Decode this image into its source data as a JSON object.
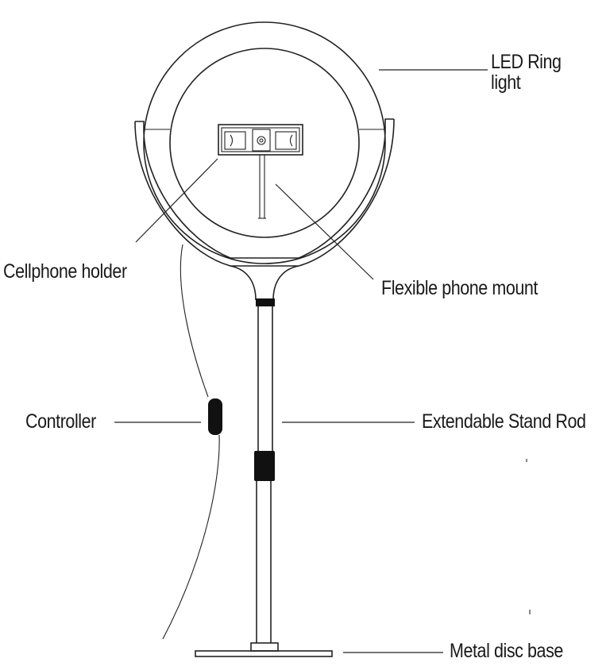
{
  "labels": {
    "led_ring_line1": "LED Ring",
    "led_ring_line2": "light",
    "cellphone_holder": "Cellphone holder",
    "flexible_phone_mount": "Flexible phone mount",
    "controller": "Controller",
    "extendable_stand_rod": "Extendable Stand Rod",
    "metal_disc_base": "Metal disc base"
  },
  "colors": {
    "line": "#222222",
    "text": "#1a1a1a",
    "background": "#ffffff",
    "knob_fill": "#111111"
  }
}
